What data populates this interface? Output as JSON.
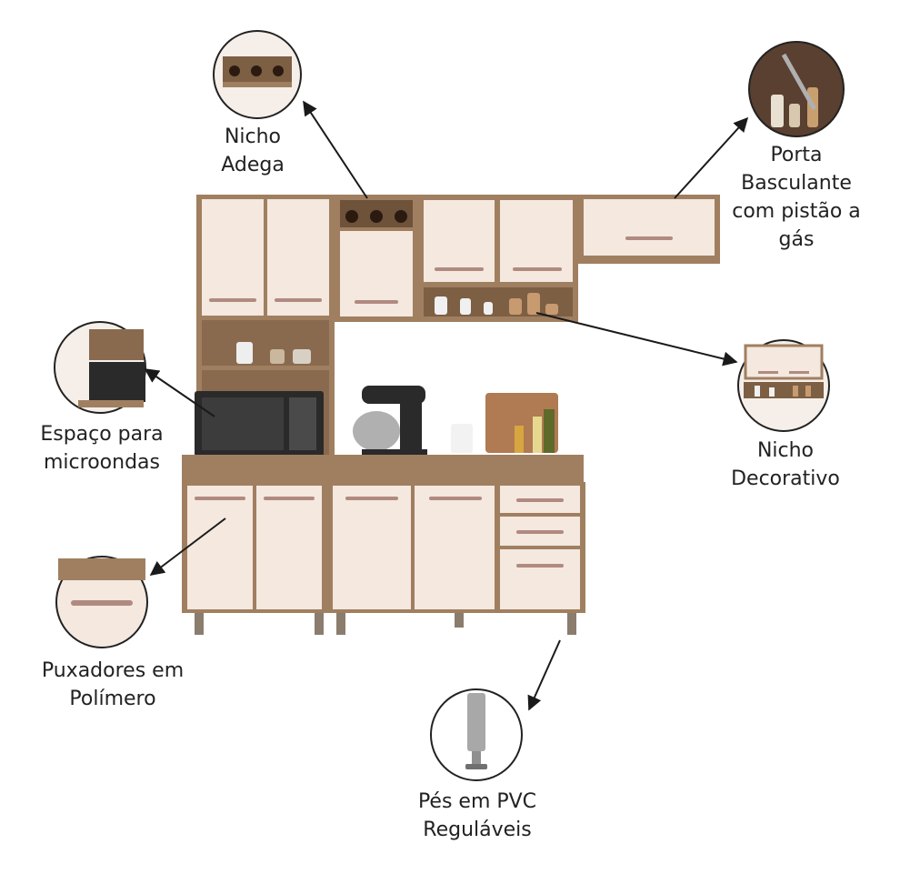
{
  "callouts": [
    {
      "id": "nicho-adega",
      "lines": [
        "Nicho",
        "Adega"
      ]
    },
    {
      "id": "porta-basculante",
      "lines": [
        "Porta",
        "Basculante",
        "com pistão a",
        "gás"
      ]
    },
    {
      "id": "espaco-microondas",
      "lines": [
        "Espaço para",
        "microondas"
      ]
    },
    {
      "id": "nicho-decorativo",
      "lines": [
        "Nicho",
        "Decorativo"
      ]
    },
    {
      "id": "puxadores",
      "lines": [
        "Puxadores em",
        "Polímero"
      ]
    },
    {
      "id": "pes-pvc",
      "lines": [
        "Pés em PVC",
        "Reguláveis"
      ]
    }
  ],
  "colors": {
    "wood": "#a07f60",
    "wood_dark": "#7d5f44",
    "door": "#f4e8df",
    "handle": "#b08a80",
    "text": "#222222",
    "arrow": "#1a1a1a"
  }
}
